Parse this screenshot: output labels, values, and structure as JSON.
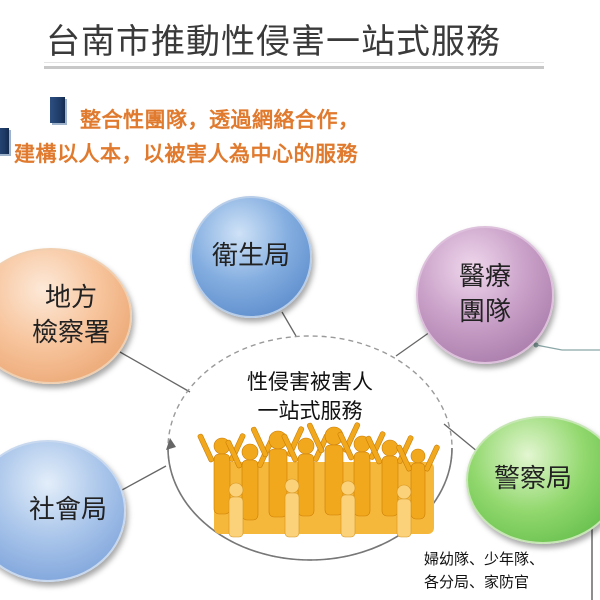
{
  "title": "台南市推動性侵害一站式服務",
  "subtitle": {
    "line1": "整合性團隊，透過網絡合作，",
    "line2": "建構以人本，以被害人為中心的服務"
  },
  "center": {
    "line1": "性侵害被害人",
    "line2": "一站式服務"
  },
  "nodes": {
    "health_bureau": "衛生局",
    "prosecutors": {
      "line1": "地方",
      "line2": "檢察署"
    },
    "medical_team": {
      "line1": "醫療",
      "line2": "團隊"
    },
    "police_bureau": "警察局",
    "social_bureau": "社會局"
  },
  "police_units": {
    "line1": "婦幼隊、少年隊、",
    "line2": "各分局、家防官"
  },
  "colors": {
    "title_text": "#3a3a3a",
    "subtitle_text": "#e07a2e",
    "health": "#6f9ad4",
    "prosecutors": "#f1b27f",
    "medical": "#b58ab4",
    "police": "#6cc54e",
    "social": "#8cb1e2",
    "crowd": "#f2a81c",
    "bullet": "#1e3a66"
  }
}
